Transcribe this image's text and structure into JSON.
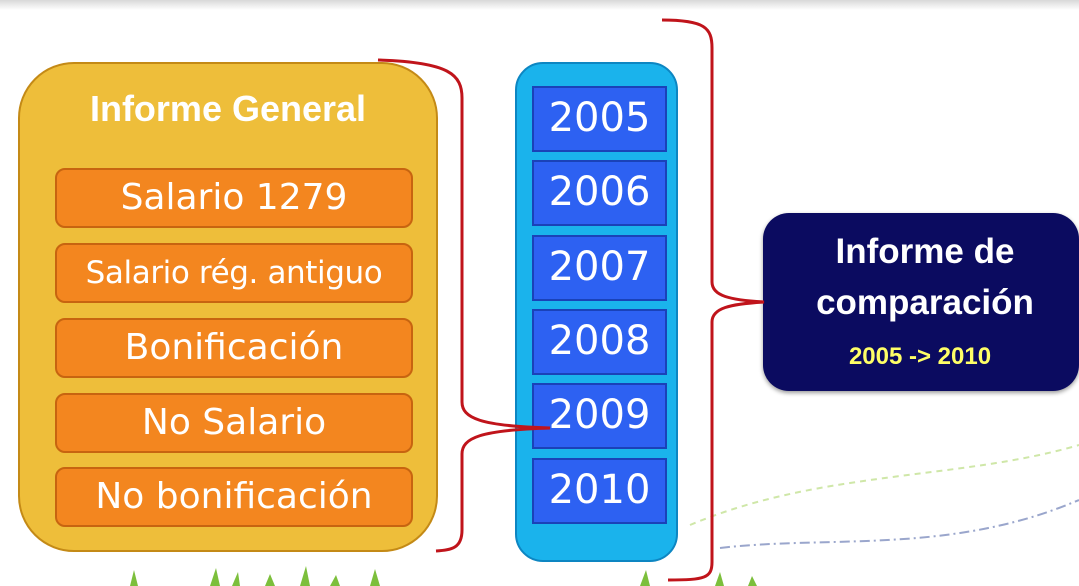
{
  "general": {
    "title": "Informe General",
    "items": [
      "Salario 1279",
      "Salario rég. antiguo",
      "Bonificación",
      "No Salario",
      "No bonificación"
    ]
  },
  "years": [
    "2005",
    "2006",
    "2007",
    "2008",
    "2009",
    "2010"
  ],
  "comparison": {
    "title_line1": "Informe de",
    "title_line2": "comparación",
    "range": "2005 -> 2010"
  },
  "colors": {
    "general_panel": "#eebe3a",
    "category_box": "#f3861f",
    "year_panel": "#1ab3ec",
    "year_box": "#2d61f2",
    "comparison_box": "#0b0b60",
    "comparison_range_text": "#ffff66",
    "bracket": "#c0141b"
  }
}
